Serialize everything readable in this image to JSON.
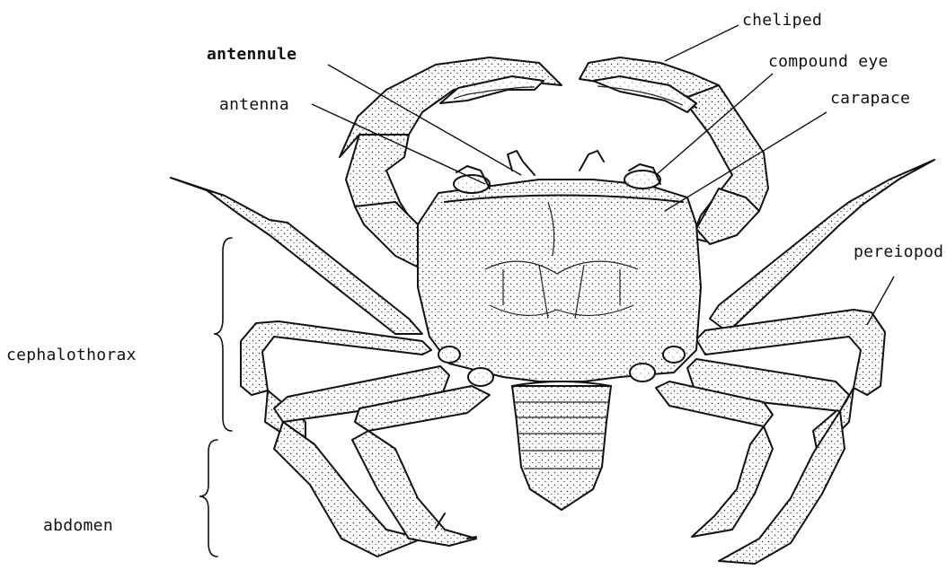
{
  "labels": {
    "cheliped": "cheliped",
    "antennule": "antennule",
    "compound_eye": "compound eye",
    "antenna": "antenna",
    "carapace": "carapace",
    "pereiopod": "pereiopod",
    "cephalothorax": "cephalothorax",
    "abdomen": "abdomen"
  },
  "colors": {
    "ink": "#111111",
    "background": "#ffffff"
  }
}
